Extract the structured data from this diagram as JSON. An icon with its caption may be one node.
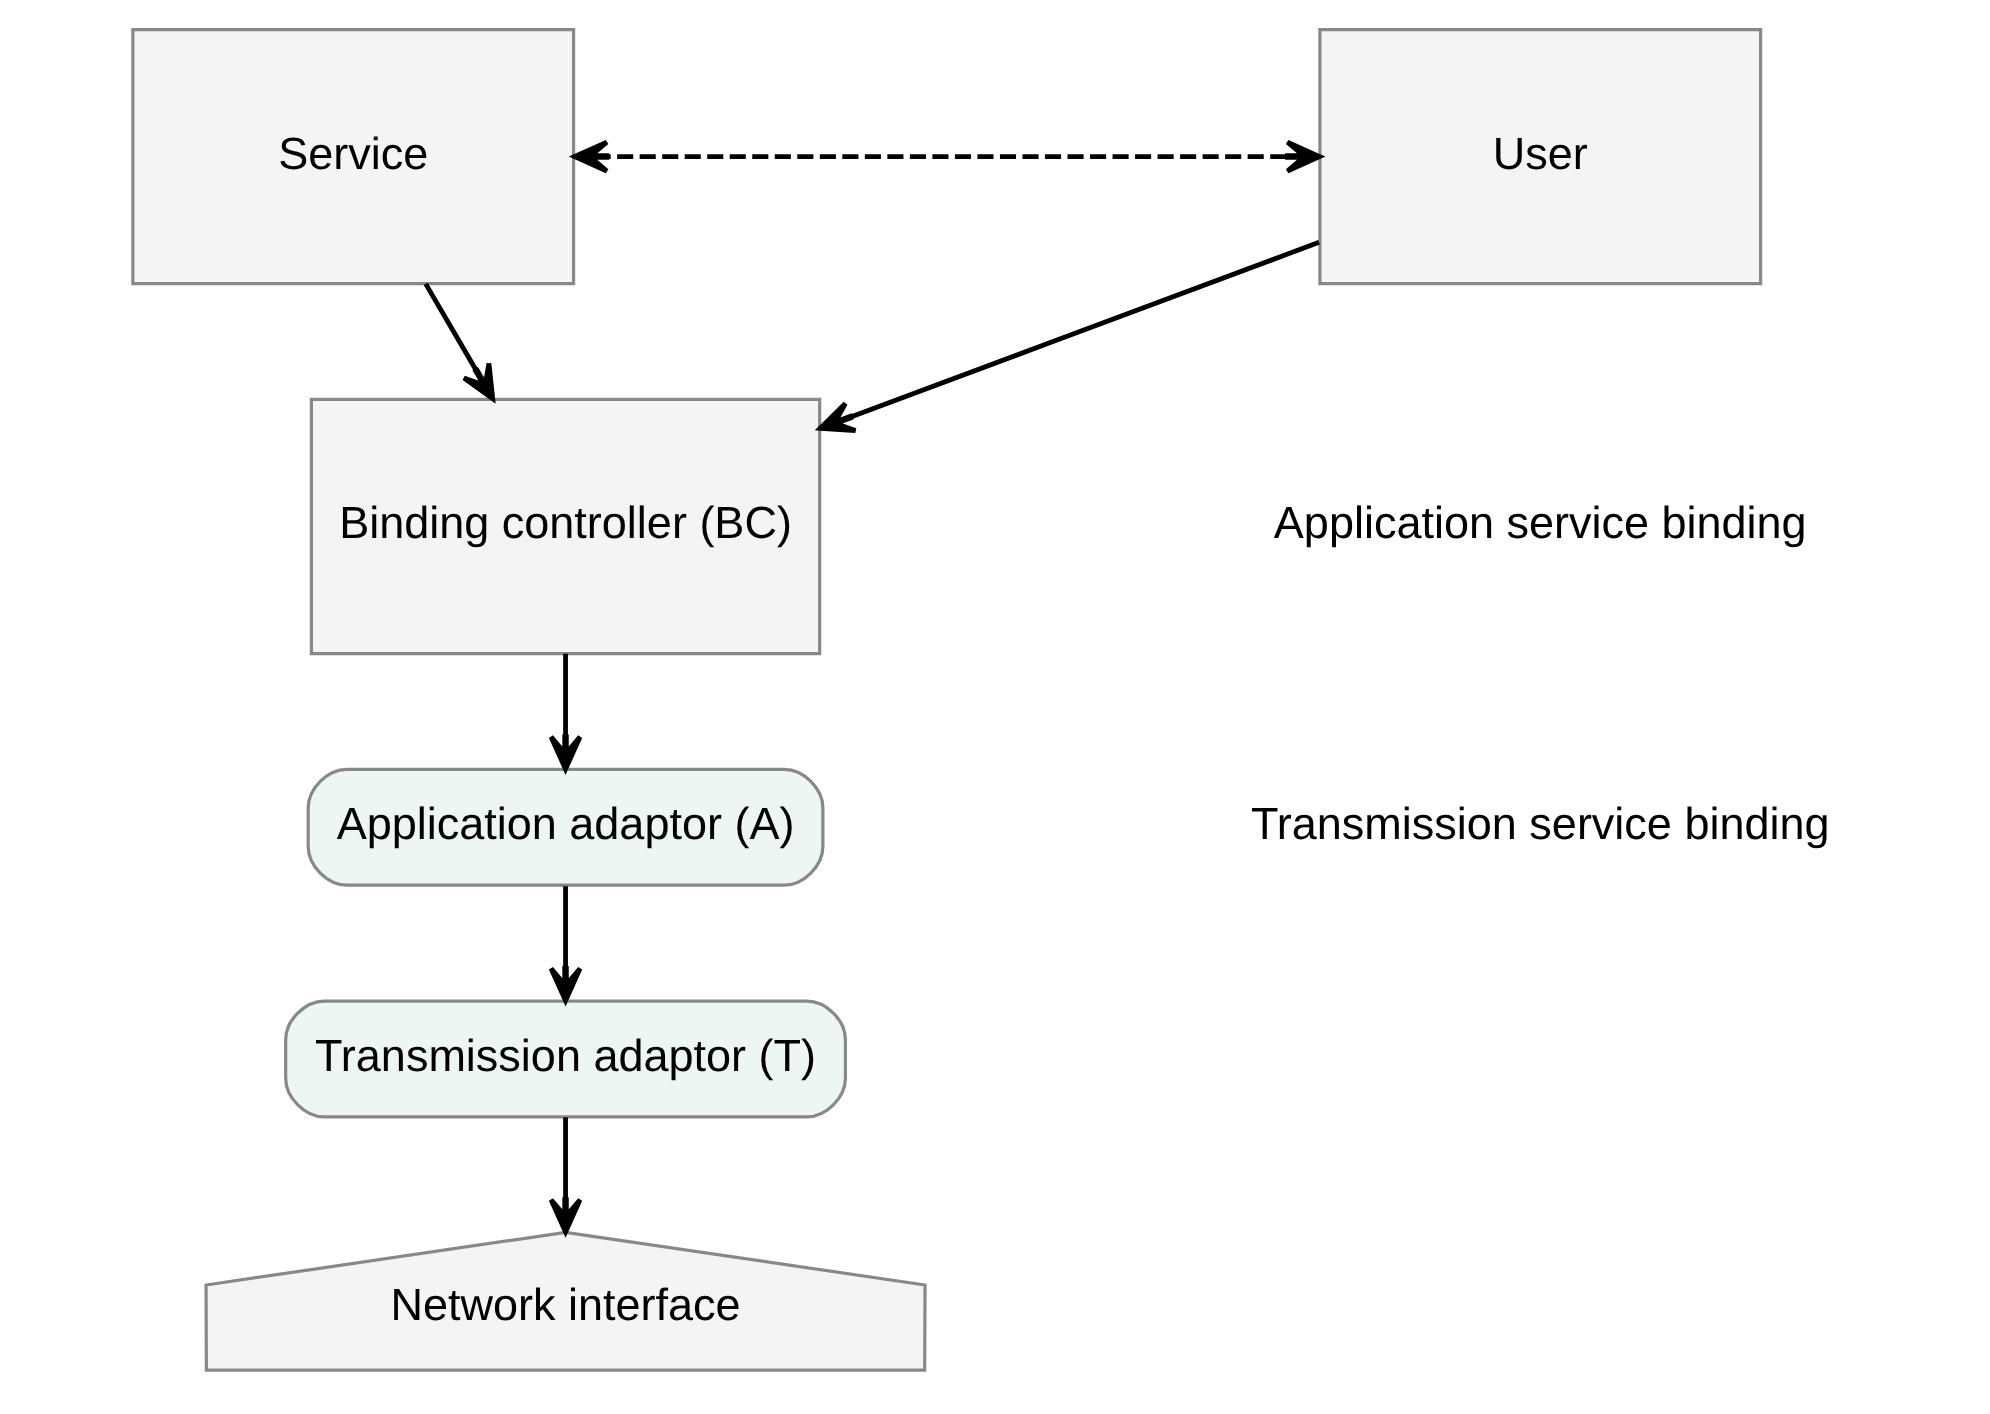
{
  "diagram": {
    "nodes": [
      {
        "text": [
          "User"
        ]
      },
      {
        "text": [
          "Service"
        ]
      },
      {
        "text": [
          "Binding controller (BC)"
        ]
      },
      {
        "text": [
          "Application adaptor (A)"
        ]
      },
      {
        "text": [
          "Transmission adaptor (T)"
        ]
      },
      {
        "text": [
          "Network interface"
        ]
      }
    ],
    "edges": [
      {
        "from": 0,
        "to": 1,
        "arrow": "both",
        "style": "dashed"
      },
      {
        "from": 0,
        "to": 2,
        "arrow": "to"
      },
      {
        "from": 1,
        "to": 2,
        "arrow": "to"
      },
      {
        "from": 2,
        "to": 3,
        "arrow": "to"
      },
      {
        "from": 3,
        "to": 4,
        "arrow": "to"
      },
      {
        "from": 4,
        "to": 5,
        "arrow": "to"
      }
    ],
    "labels": [
      "Application service binding",
      "Transmission service binding"
    ]
  }
}
